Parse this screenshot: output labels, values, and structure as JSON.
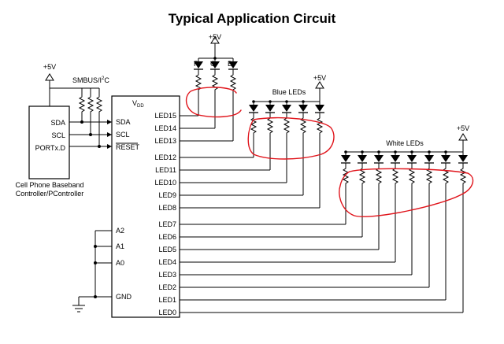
{
  "title": "Typical Application Circuit",
  "controller": {
    "pins": [
      "SDA",
      "SCL",
      "PORTx.D"
    ],
    "caption": [
      "Cell Phone Baseband",
      "Controller/PController"
    ]
  },
  "smbus_label": "SMBUS/I",
  "smbus_sup": "2",
  "smbus_tail": "C",
  "vdd_label": "V",
  "vdd_sub": "DD",
  "supply_label": "+5V",
  "chip_left_pins": [
    "SDA",
    "SCL",
    "RESET",
    "A2",
    "A1",
    "A0",
    "GND"
  ],
  "chip_right_pins": [
    "LED15",
    "LED14",
    "LED13",
    "LED12",
    "LED11",
    "LED10",
    "LED9",
    "LED8",
    "LED7",
    "LED6",
    "LED5",
    "LED4",
    "LED3",
    "LED2",
    "LED1",
    "LED0"
  ],
  "rgb_labels": [
    "R",
    "G",
    "B"
  ],
  "blue_leds_label": "Blue LEDs",
  "white_leds_label": "White LEDs"
}
